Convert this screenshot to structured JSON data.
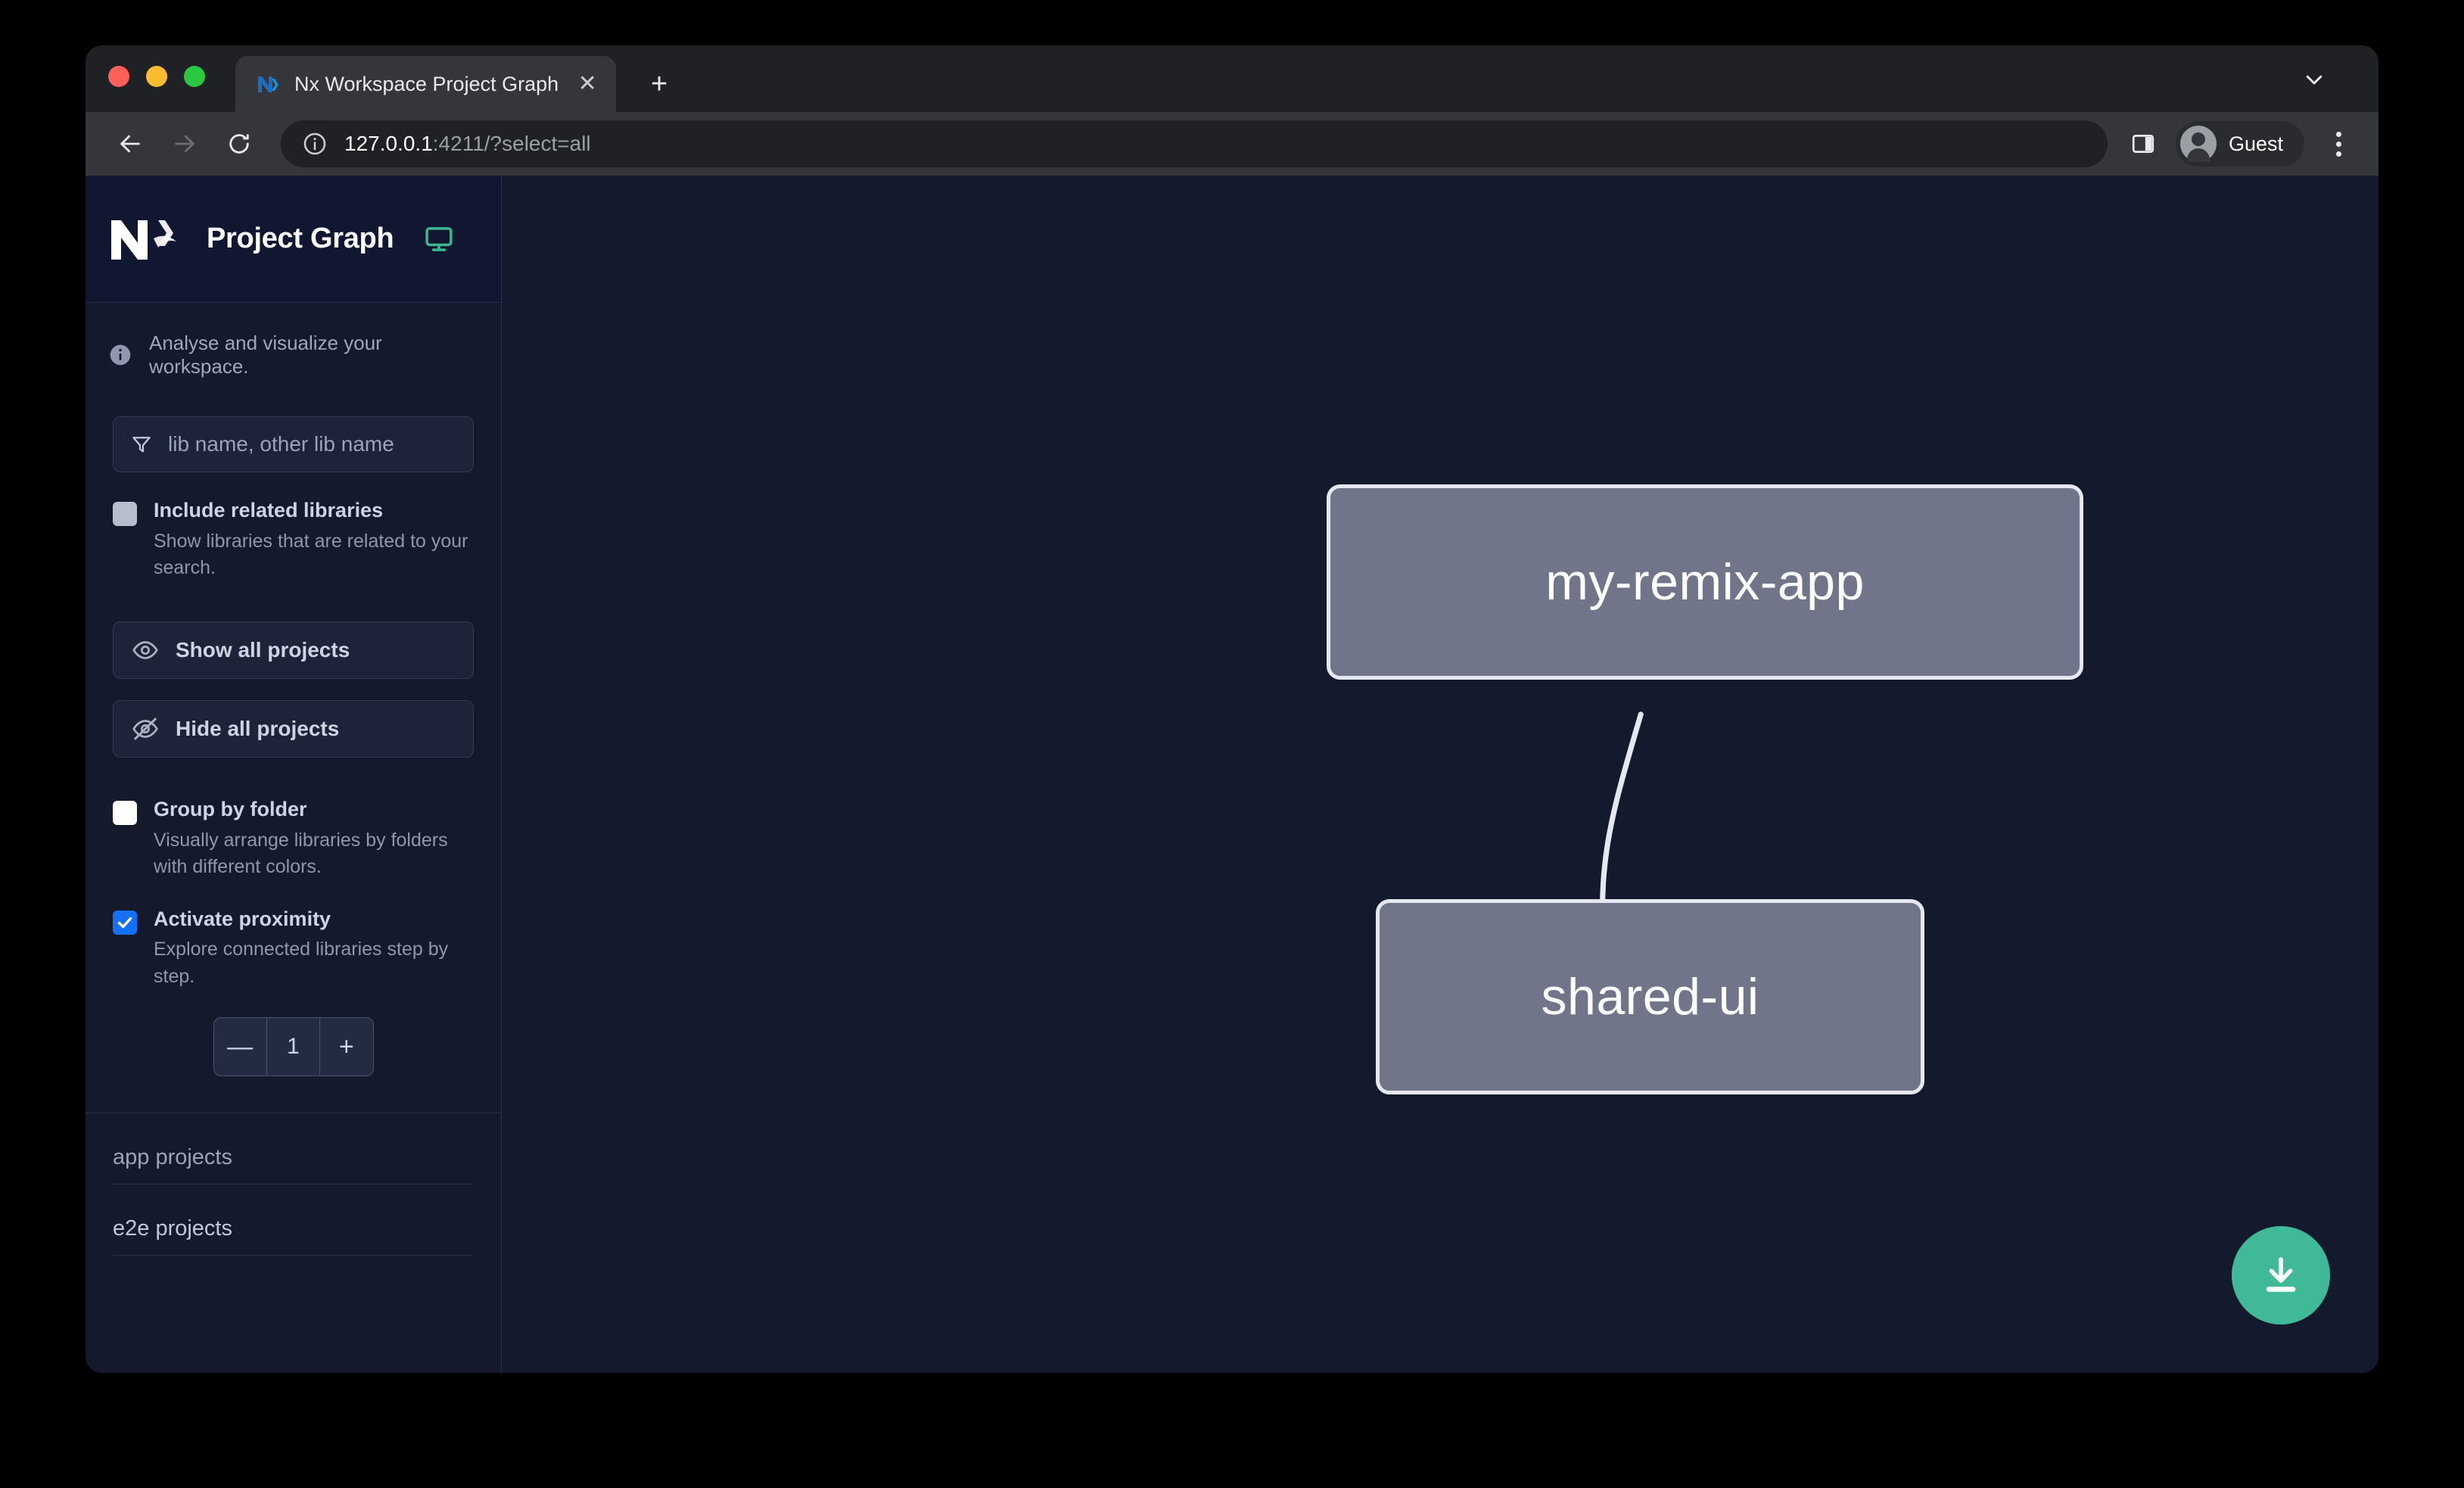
{
  "browser": {
    "tab": {
      "title": "Nx Workspace Project Graph",
      "favicon_icon": "nx-favicon-icon",
      "close_icon": "close-icon"
    },
    "new_tab_icon": "plus-icon",
    "tabstrip_chevron_icon": "chevron-down-icon",
    "toolbar": {
      "back_icon": "arrow-left-icon",
      "forward_icon": "arrow-right-icon",
      "reload_icon": "reload-icon",
      "omnibox": {
        "info_icon": "info-circle-icon",
        "url_host": "127.0.0.1",
        "url_rest": ":4211/?select=all",
        "url_full": "127.0.0.1:4211/?select=all"
      },
      "side_panel_icon": "side-panel-icon",
      "profile_name": "Guest",
      "profile_avatar_icon": "person-avatar-icon",
      "menu_icon": "kebab-menu-icon"
    }
  },
  "sidebar": {
    "logo_icon": "nx-logo-icon",
    "title": "Project Graph",
    "monitor_icon": "monitor-icon",
    "info_icon": "info-circle-icon",
    "tagline": "Analyse and visualize your workspace.",
    "search": {
      "filter_icon": "filter-funnel-icon",
      "placeholder": "lib name, other lib name",
      "value": ""
    },
    "options": [
      {
        "id": "include-related-libraries",
        "label": "Include related libraries",
        "description": "Show libraries that are related to your search.",
        "checked": false,
        "checkbox_style": "grey"
      },
      {
        "id": "group-by-folder",
        "label": "Group by folder",
        "description": "Visually arrange libraries by folders with different colors.",
        "checked": false,
        "checkbox_style": "white"
      },
      {
        "id": "activate-proximity",
        "label": "Activate proximity",
        "description": "Explore connected libraries step by step.",
        "checked": true,
        "checkbox_style": "blue"
      }
    ],
    "buttons": {
      "show_all": {
        "label": "Show all projects",
        "icon": "eye-icon"
      },
      "hide_all": {
        "label": "Hide all projects",
        "icon": "eye-slash-icon"
      }
    },
    "stepper": {
      "decrement_label": "—",
      "value": "1",
      "increment_label": "+"
    },
    "groups": [
      {
        "id": "app-projects",
        "label": "app projects"
      },
      {
        "id": "e2e-projects",
        "label": "e2e projects"
      }
    ]
  },
  "canvas": {
    "nodes": [
      {
        "id": "my-remix-app",
        "label": "my-remix-app"
      },
      {
        "id": "shared-ui",
        "label": "shared-ui"
      }
    ],
    "edges": [
      {
        "from": "my-remix-app",
        "to": "shared-ui",
        "arrow": true
      }
    ],
    "download_button": {
      "icon": "download-icon",
      "color": "#3fb998"
    }
  },
  "colors": {
    "accent_green": "#3fb998",
    "accent_blue": "#1470f5",
    "sidebar_bg": "#15192c",
    "canvas_bg": "#131a2e",
    "node_fill": "#70758a",
    "node_border": "#e6e8ef"
  }
}
